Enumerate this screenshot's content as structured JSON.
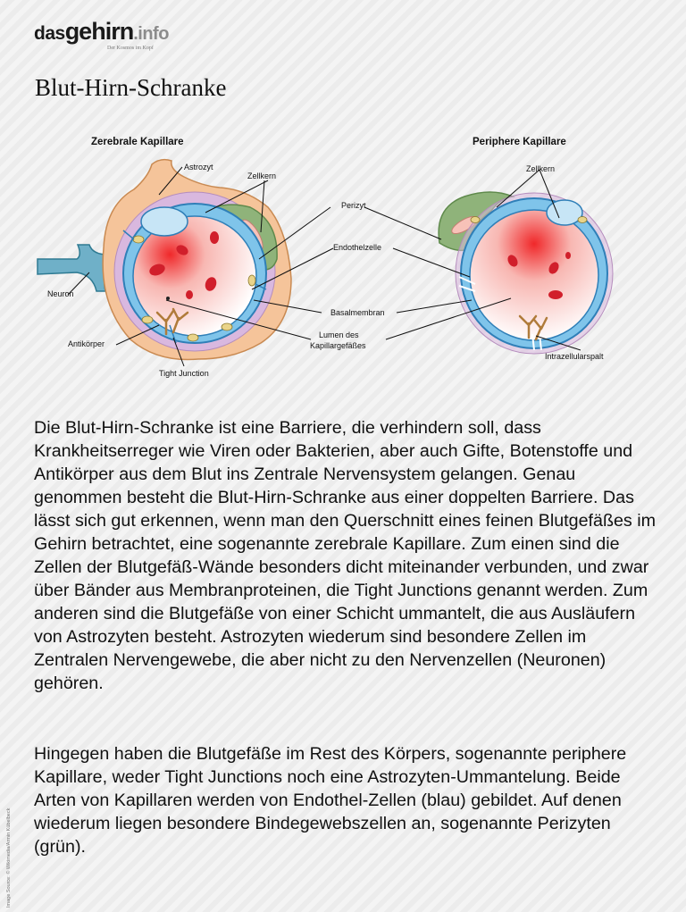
{
  "header": {
    "logo_part1": "das",
    "logo_part2": "gehirn",
    "logo_part3": ".info",
    "tagline": "Der Kosmos im Kopf",
    "title": "Blut-Hirn-Schranke"
  },
  "diagram": {
    "left_heading": "Zerebrale Kapillare",
    "right_heading": "Periphere Kapillare",
    "labels": {
      "astrozyt": "Astrozyt",
      "zellkern_left": "Zellkern",
      "zellkern_right": "Zellkern",
      "perizyt": "Perizyt",
      "endothelzelle": "Endothelzelle",
      "neuron": "Neuron",
      "basalmembran": "Basalmembran",
      "lumen_line1": "Lumen des",
      "lumen_line2": "Kapillargefäßes",
      "antikoerper": "Antikörper",
      "tight_junction": "Tight Junction",
      "intrazellularspalt": "Intrazellularspalt"
    },
    "colors": {
      "endothel": "#7fc4ea",
      "endothel_dark": "#2f7fb8",
      "perizyt": "#8fb37a",
      "astrozyt": "#f5c49a",
      "basalmembran": "#d9b8df",
      "blood": "#e52a2a",
      "tight_junction": "#b07b3a"
    }
  },
  "text": {
    "paragraph1": "Die Blut-Hirn-Schranke ist eine Barriere, die verhindern soll, dass Krankheitserreger wie Viren oder Bakterien, aber auch Gifte, Botenstoffe und Antikörper aus dem Blut ins Zentrale Nervensystem gelangen. Genau genommen besteht die Blut-Hirn-Schranke aus einer doppelten Barriere. Das lässt sich gut erkennen, wenn man den Querschnitt eines feinen Blutgefäßes im Gehirn betrachtet, eine sogenannte zerebrale Kapillare. Zum einen sind die Zellen der Blutgefäß-Wände besonders dicht miteinander verbunden, und zwar über Bänder aus Membranproteinen, die Tight Junctions genannt werden. Zum anderen sind die Blutgefäße von einer Schicht ummantelt, die aus Ausläufern von Astrozyten besteht. Astrozyten wiederum sind besondere Zellen im Zentralen Nervengewebe, die aber nicht zu den Nervenzellen (Neuronen) gehören.",
    "paragraph2": "Hingegen haben die Blutgefäße im Rest des Körpers, sogenannte periphere Kapillare, weder Tight Junctions noch eine Astrozyten-Ummantelung. Beide Arten von Kapillaren werden von Endothel-Zellen (blau) gebildet. Auf denen wiederum liegen besondere Bindegewebszellen an, sogenannte Perizyten (grün)."
  },
  "credit": "Image Source: © Wikimedia/Armin Kübelbeck"
}
